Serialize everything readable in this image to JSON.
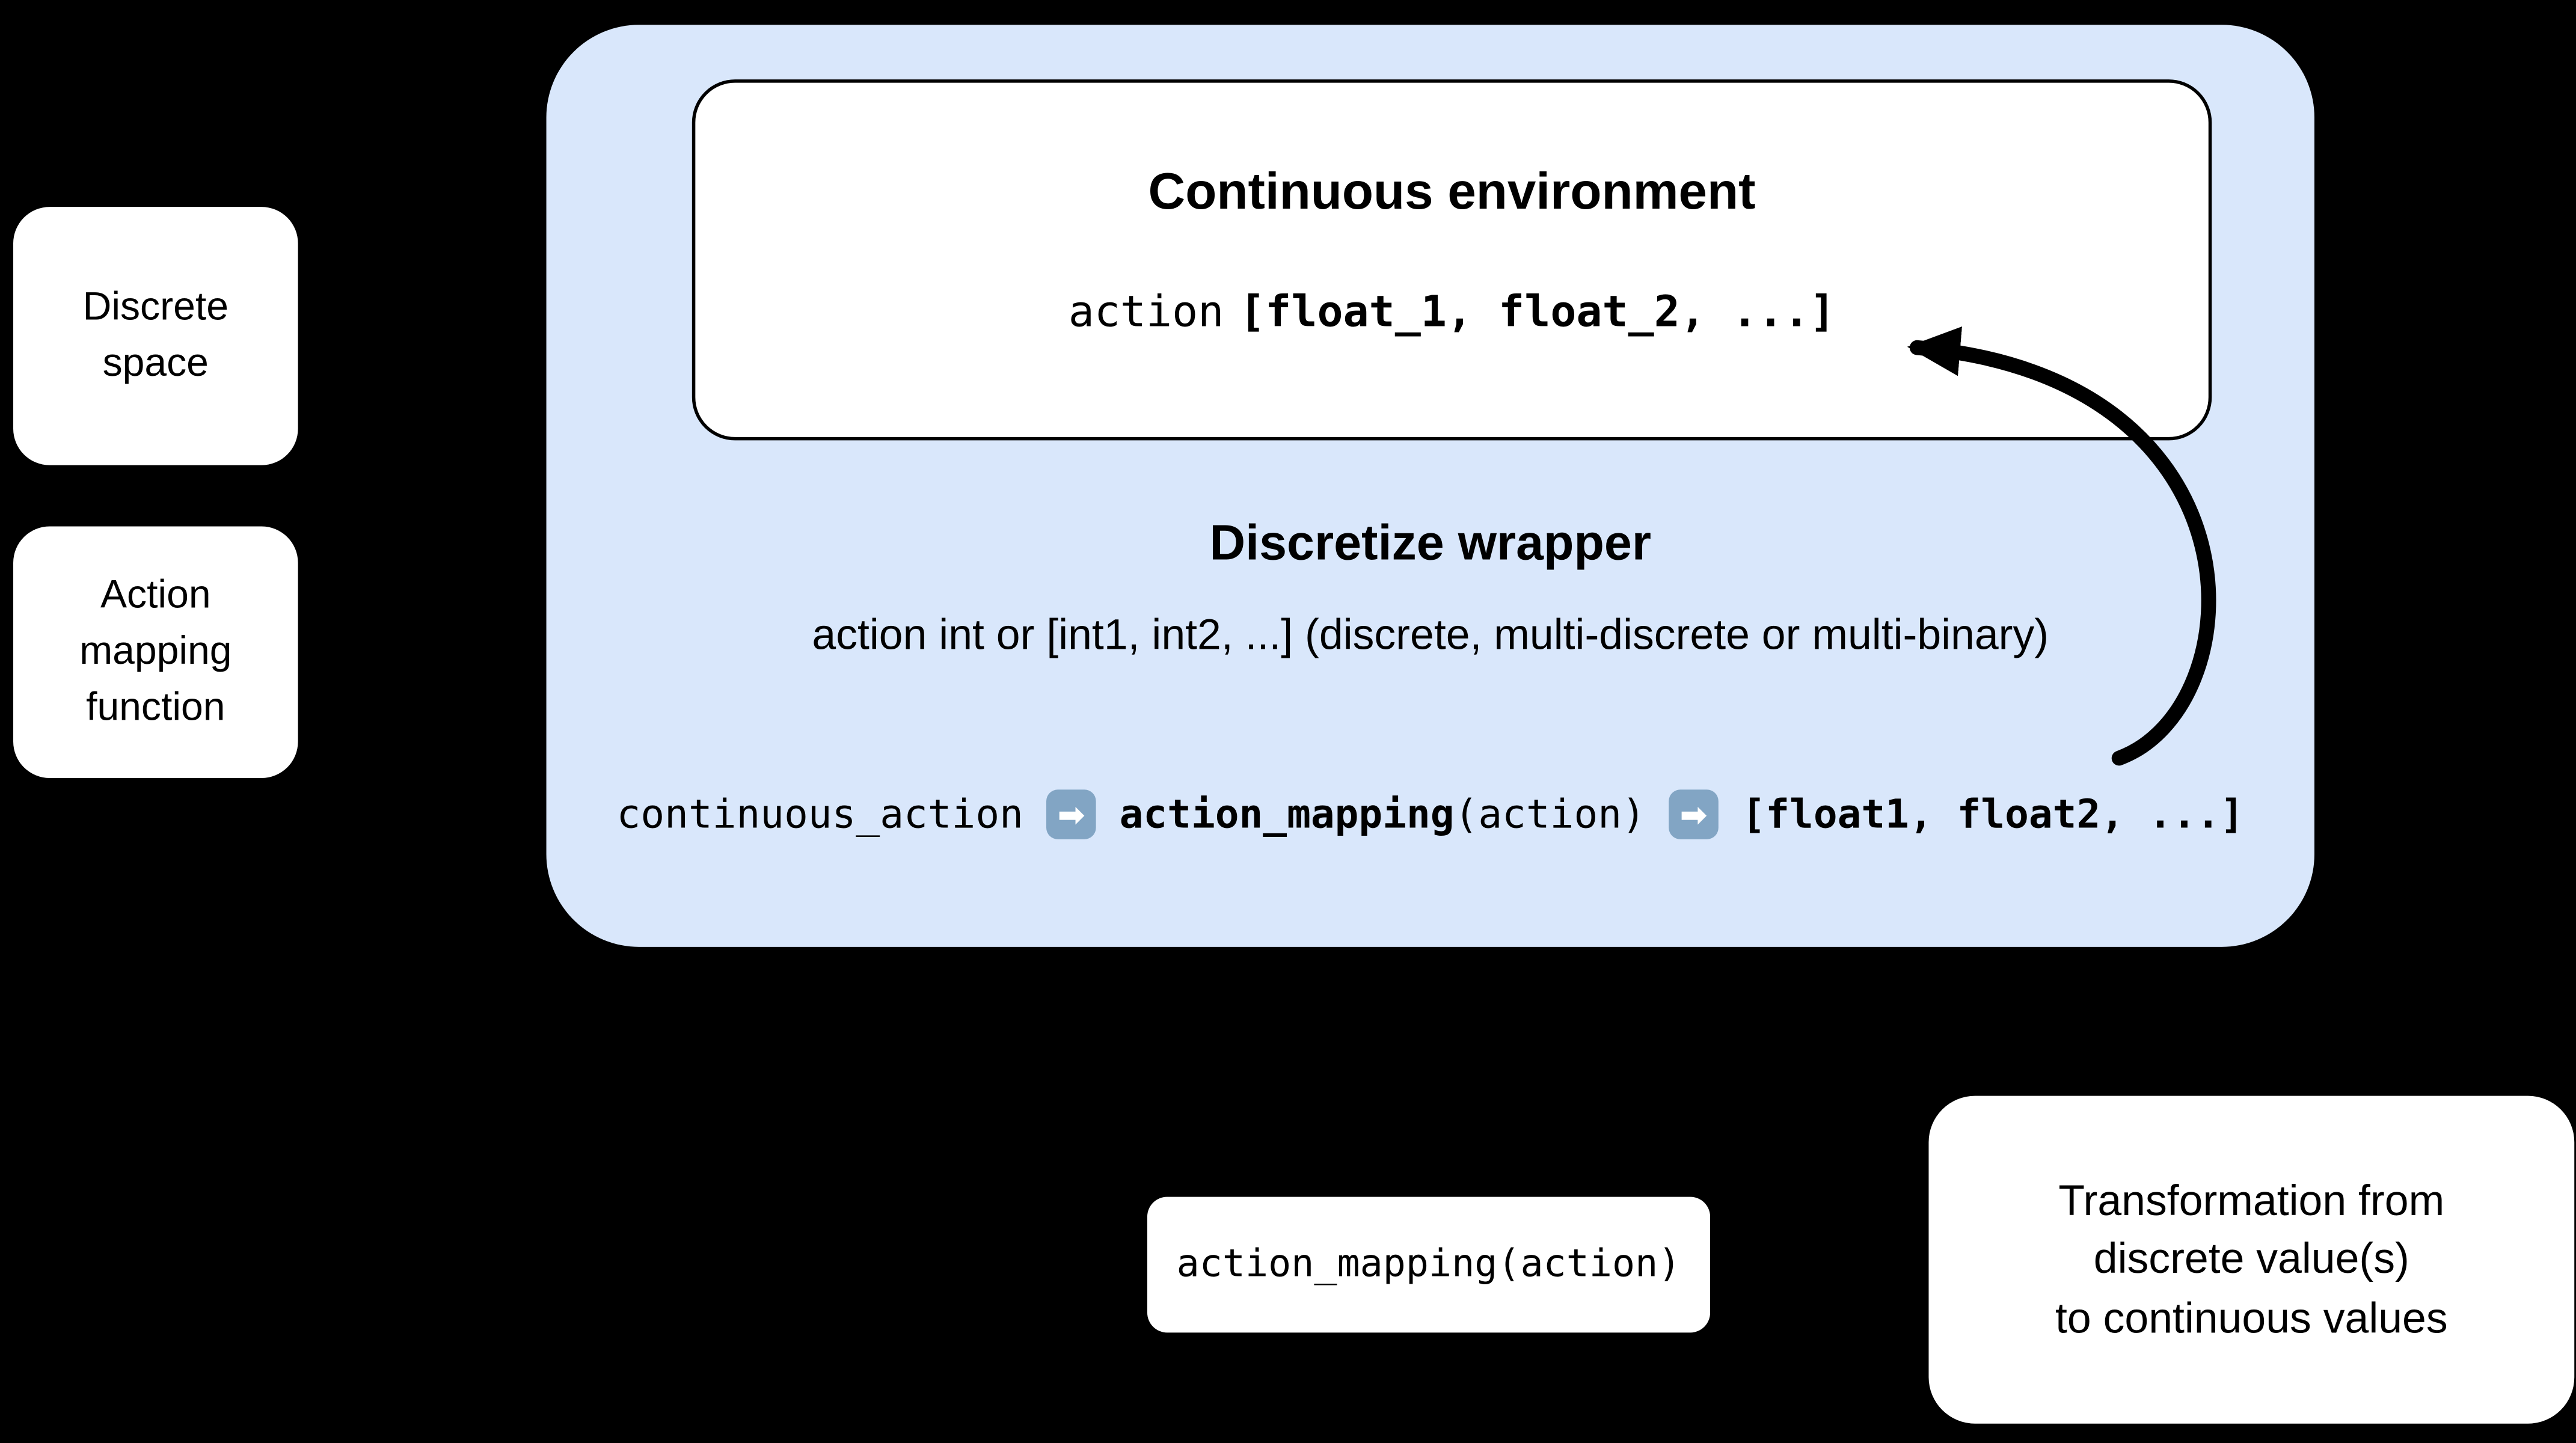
{
  "diagram": {
    "left_boxes": {
      "discrete_space": "Discrete\nspace",
      "action_mapping_function": "Action\nmapping\nfunction"
    },
    "wrapper": {
      "environment": {
        "title": "Continuous environment",
        "code_prefix": "action",
        "code_value": "[float_1, float_2, ...]"
      },
      "title": "Discretize wrapper",
      "description": "action int or [int1, int2, ...] (discrete, multi-discrete or multi-binary)",
      "pipeline": {
        "input": "continuous_action",
        "function_name": "action_mapping",
        "function_args": "(action)",
        "output": "[float1, float2, ...]"
      }
    },
    "bottom": {
      "mapping_code": "action_mapping(action)",
      "transformation_note": "Transformation from\ndiscrete value(s)\nto continuous values"
    },
    "icons": {
      "arrow_right": "➡"
    },
    "colors": {
      "background": "#000000",
      "wrapper_fill": "#d9e7fb",
      "node_fill": "#ffffff",
      "arrow_badge": "#82a5c4",
      "curved_arrow": "#000000"
    }
  }
}
